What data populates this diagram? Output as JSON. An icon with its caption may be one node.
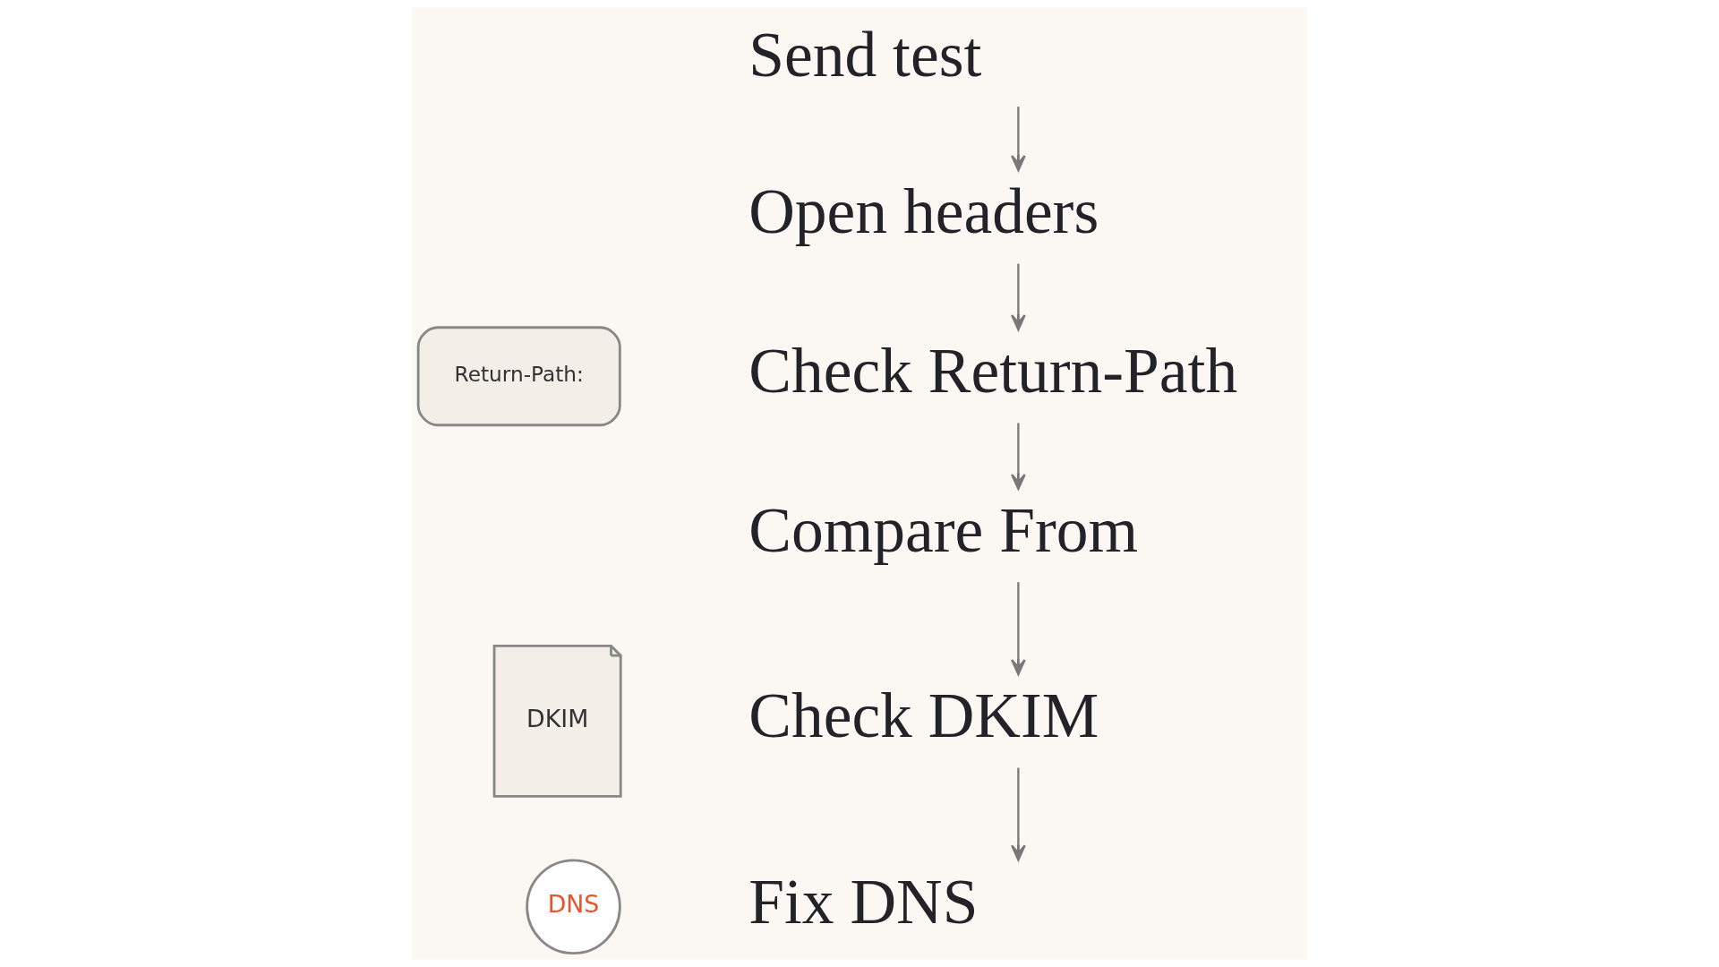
{
  "diagram": {
    "nodes": [
      {
        "text": [
          "Send test"
        ]
      },
      {
        "text": [
          "Open headers"
        ]
      },
      {
        "text": [
          "Return-Path:"
        ]
      },
      {
        "text": [
          "Check Return-Path"
        ]
      },
      {
        "text": [
          "Compare From"
        ]
      },
      {
        "text": [
          "DKIM"
        ]
      },
      {
        "text": [
          "Check DKIM"
        ]
      },
      {
        "text": [
          "DNS"
        ]
      },
      {
        "text": [
          "Fix DNS"
        ]
      }
    ],
    "edges": [
      {
        "from": 0,
        "to": 1,
        "arrow": "to"
      },
      {
        "from": 1,
        "to": 3,
        "arrow": "to"
      },
      {
        "from": 3,
        "to": 4,
        "arrow": "to"
      },
      {
        "from": 4,
        "to": 6,
        "arrow": "to"
      },
      {
        "from": 6,
        "to": 8,
        "arrow": "to"
      }
    ]
  }
}
